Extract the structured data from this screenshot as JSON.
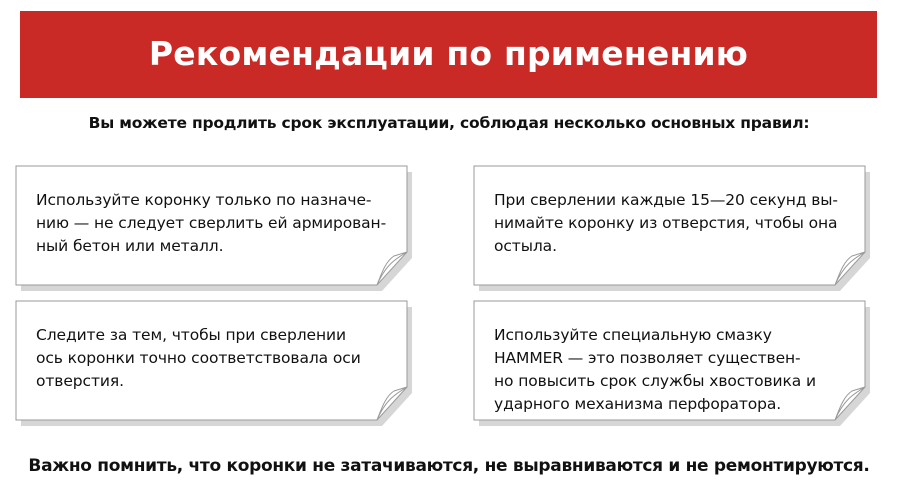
{
  "banner": {
    "title": "Рекомендации по применению",
    "color": "#c92a26"
  },
  "subtitle": "Вы можете продлить срок эксплуатации, соблюдая несколько основных правил:",
  "cards": [
    {
      "text": "Используйте коронку только по назначе-\nнию —  не следует сверлить ей армирован-\nный бетон или металл."
    },
    {
      "text": "При сверлении каждые 15—20 секунд вы-\nнимайте коронку из отверстия, чтобы она\nостыла."
    },
    {
      "text": "Следите за тем, чтобы при сверлении\nось коронки точно соответствовала оси\nотверстия."
    },
    {
      "text": "Используйте специальную смазку\nHAMMER — это позволяет существен-\nно повысить срок службы хвостовика и\nударного механизма перфоратора."
    }
  ],
  "footer": "Важно помнить, что коронки не затачиваются, не выравниваются и не ремонтируются."
}
